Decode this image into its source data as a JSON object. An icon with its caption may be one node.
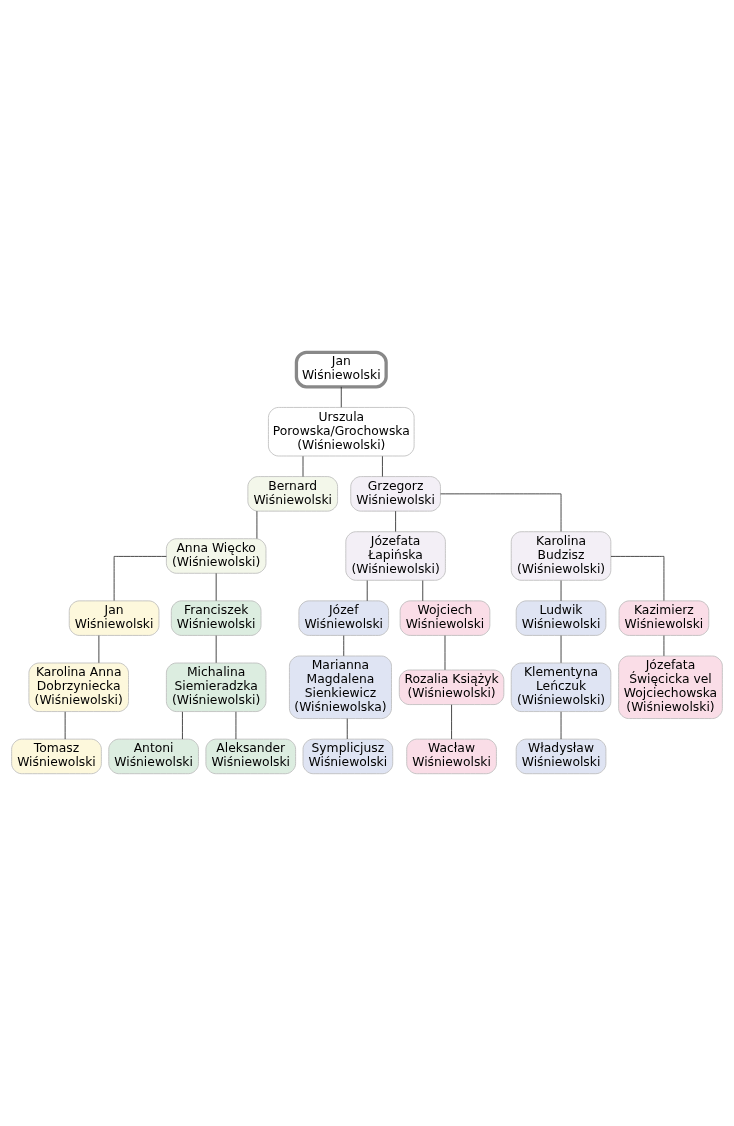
{
  "diagram": {
    "nodes": [
      {
        "text": [
          "Jan Wiśniewolski"
        ]
      },
      {
        "text": [
          "Urszula Porowska/Grochowska (Wiśniewolski)"
        ]
      },
      {
        "text": [
          "Bernard Wiśniewolski"
        ]
      },
      {
        "text": [
          "Anna Więcko (Wiśniewolski)"
        ]
      },
      {
        "text": [
          "Jan Wiśniewolski"
        ]
      },
      {
        "text": [
          "Karolina Anna Dobrzyniecka (Wiśniewolski)"
        ]
      },
      {
        "text": [
          "Tomasz Wiśniewolski"
        ]
      },
      {
        "text": [
          "Franciszek Wiśniewolski"
        ]
      },
      {
        "text": [
          "Michalina Siemieradzka (Wiśniewolski)"
        ]
      },
      {
        "text": [
          "Antoni Wiśniewolski"
        ]
      },
      {
        "text": [
          "Aleksander Wiśniewolski"
        ]
      },
      {
        "text": [
          "Grzegorz Wiśniewolski"
        ]
      },
      {
        "text": [
          "Józefata Łapińska (Wiśniewolski)"
        ]
      },
      {
        "text": [
          "Józef Wiśniewolski"
        ]
      },
      {
        "text": [
          "Marianna Magdalena Sienkiewicz (Wiśniewolska)"
        ]
      },
      {
        "text": [
          "Symplicjusz Wiśniewolski"
        ]
      },
      {
        "text": [
          "Wojciech Wiśniewolski"
        ]
      },
      {
        "text": [
          "Rozalia Książyk (Wiśniewolski)"
        ]
      },
      {
        "text": [
          "Wacław Wiśniewolski"
        ]
      },
      {
        "text": [
          "Karolina Budzisz (Wiśniewolski)"
        ]
      },
      {
        "text": [
          "Ludwik Wiśniewolski"
        ]
      },
      {
        "text": [
          "Klementyna Leńczuk (Wiśniewolski)"
        ]
      },
      {
        "text": [
          "Władysław Wiśniewolski"
        ]
      },
      {
        "text": [
          "Kazimierz Wiśniewolski"
        ]
      },
      {
        "text": [
          "Józefata Święcicka vel Wojciechowska (Wiśniewolski)"
        ]
      }
    ],
    "edges": [
      {
        "from": 0,
        "to": 1,
        "arrow": "none"
      },
      {
        "from": 1,
        "to": 2,
        "arrow": "none"
      },
      {
        "from": 1,
        "to": 11,
        "arrow": "none"
      },
      {
        "from": 2,
        "to": 3,
        "arrow": "none"
      },
      {
        "from": 3,
        "to": 4,
        "arrow": "none"
      },
      {
        "from": 3,
        "to": 7,
        "arrow": "none"
      },
      {
        "from": 4,
        "to": 5,
        "arrow": "none"
      },
      {
        "from": 5,
        "to": 6,
        "arrow": "none"
      },
      {
        "from": 7,
        "to": 8,
        "arrow": "none"
      },
      {
        "from": 8,
        "to": 9,
        "arrow": "none"
      },
      {
        "from": 8,
        "to": 10,
        "arrow": "none"
      },
      {
        "from": 11,
        "to": 12,
        "arrow": "none"
      },
      {
        "from": 11,
        "to": 19,
        "arrow": "none"
      },
      {
        "from": 12,
        "to": 13,
        "arrow": "none"
      },
      {
        "from": 12,
        "to": 16,
        "arrow": "none"
      },
      {
        "from": 13,
        "to": 14,
        "arrow": "none"
      },
      {
        "from": 14,
        "to": 15,
        "arrow": "none"
      },
      {
        "from": 16,
        "to": 17,
        "arrow": "none"
      },
      {
        "from": 17,
        "to": 18,
        "arrow": "none"
      },
      {
        "from": 19,
        "to": 20,
        "arrow": "none"
      },
      {
        "from": 19,
        "to": 23,
        "arrow": "none"
      },
      {
        "from": 20,
        "to": 21,
        "arrow": "none"
      },
      {
        "from": 21,
        "to": 22,
        "arrow": "none"
      },
      {
        "from": 23,
        "to": 24,
        "arrow": "none"
      }
    ]
  }
}
